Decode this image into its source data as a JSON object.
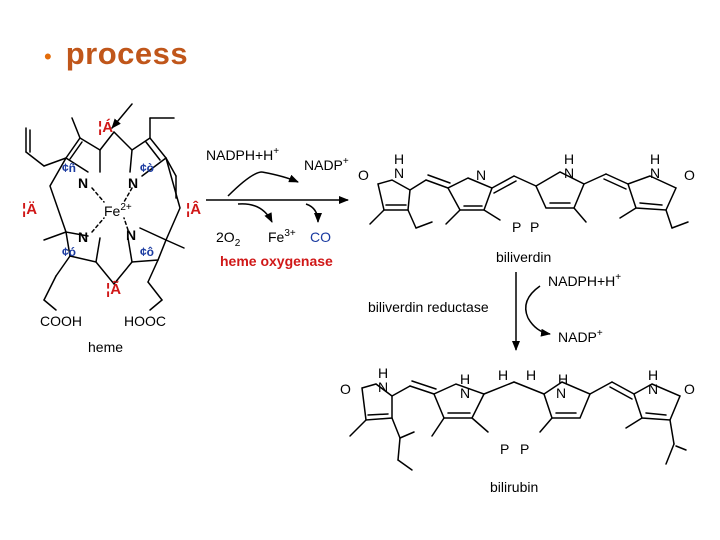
{
  "slide": {
    "bullet": "•",
    "title": "process"
  },
  "colors": {
    "title": "#c0561a",
    "bullet": "#e36c0a",
    "red_label": "#d01818",
    "blue_label": "#1a3aa0",
    "structure": "#000000"
  },
  "heme": {
    "meso_top": "¦Á",
    "meso_left": "¦Ä",
    "meso_right": "¦Â",
    "meso_bottom": "¦Ã",
    "ring_top_left": "¢ñ",
    "ring_top_right": "¢ò",
    "ring_bottom_left": "¢ó",
    "ring_bottom_right": "¢ô",
    "n1": "N",
    "n2": "N",
    "n3": "N",
    "n4": "N",
    "iron": "Fe",
    "iron_charge": "2+",
    "acid_left": "COOH",
    "acid_right": "HOOC",
    "label": "heme"
  },
  "reaction1": {
    "cofactor_in": "NADPH+H",
    "cofactor_in_sup": "+",
    "cofactor_out": "NADP",
    "cofactor_out_sup": "+",
    "oxygen": "2O",
    "oxygen_sub": "2",
    "iron_out": "Fe",
    "iron_out_sup": "3+",
    "co": "CO",
    "enzyme": "heme oxygenase"
  },
  "biliverdin": {
    "o_left": "O",
    "o_right": "O",
    "nh1_h": "H",
    "nh1_n": "N",
    "n2": "N",
    "nh3_h": "H",
    "nh3_n": "N",
    "nh4_h": "H",
    "nh4_n": "N",
    "p1": "P",
    "p2": "P",
    "label": "biliverdin"
  },
  "reaction2": {
    "cofactor_in": "NADPH+H",
    "cofactor_in_sup": "+",
    "cofactor_out": "NADP",
    "cofactor_out_sup": "+",
    "enzyme": "biliverdin reductase"
  },
  "bilirubin": {
    "o_left": "O",
    "o_right": "O",
    "nh1_h": "H",
    "nh1_n": "N",
    "nh2_h": "H",
    "nh2_n": "N",
    "bridge_h1": "H",
    "bridge_h2": "H",
    "nh3_h": "H",
    "nh3_n": "N",
    "nh4_h": "H",
    "nh4_n": "N",
    "p1": "P",
    "p2": "P",
    "label": "bilirubin"
  }
}
